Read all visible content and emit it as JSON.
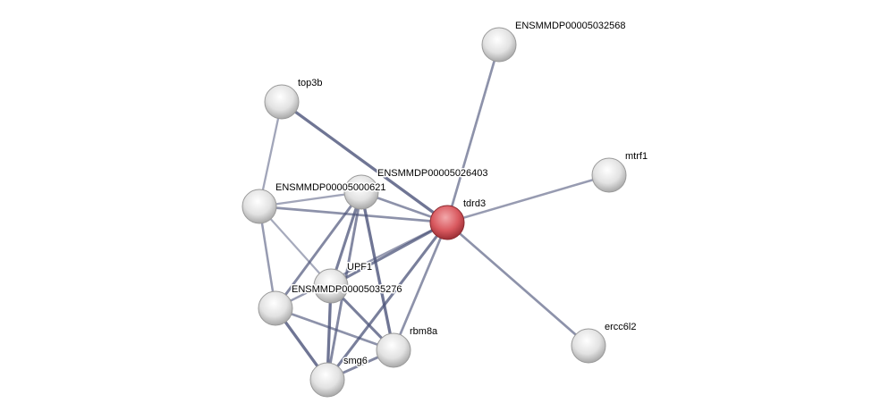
{
  "network": {
    "query_node": "tdrd3",
    "colors": {
      "query": "#d9595f",
      "node": "#e6e6e6",
      "edge": "#4a5278"
    },
    "nodes": [
      {
        "id": "ENSMMDP00005032568",
        "label": "ENSMMDP00005032568"
      },
      {
        "id": "top3b",
        "label": "top3b"
      },
      {
        "id": "mtrf1",
        "label": "mtrf1"
      },
      {
        "id": "ENSMMDP00005000621",
        "label": "ENSMMDP00005000621"
      },
      {
        "id": "ENSMMDP00005026403",
        "label": "ENSMMDP00005026403"
      },
      {
        "id": "tdrd3",
        "label": "tdrd3"
      },
      {
        "id": "UPF1",
        "label": "UPF1"
      },
      {
        "id": "ENSMMDP00005035276",
        "label": "ENSMMDP00005035276"
      },
      {
        "id": "rbm8a",
        "label": "rbm8a"
      },
      {
        "id": "smg6",
        "label": "smg6"
      },
      {
        "id": "ercc6l2",
        "label": "ercc6l2"
      }
    ],
    "edges": [
      {
        "a": "tdrd3",
        "b": "ENSMMDP00005032568",
        "w": 0.6
      },
      {
        "a": "tdrd3",
        "b": "mtrf1",
        "w": 0.5
      },
      {
        "a": "tdrd3",
        "b": "ercc6l2",
        "w": 0.6
      },
      {
        "a": "tdrd3",
        "b": "top3b",
        "w": 0.9
      },
      {
        "a": "top3b",
        "b": "ENSMMDP00005000621",
        "w": 0.4
      },
      {
        "a": "ENSMMDP00005000621",
        "b": "ENSMMDP00005026403",
        "w": 0.4
      },
      {
        "a": "ENSMMDP00005000621",
        "b": "tdrd3",
        "w": 0.6
      },
      {
        "a": "ENSMMDP00005000621",
        "b": "UPF1",
        "w": 0.35
      },
      {
        "a": "ENSMMDP00005000621",
        "b": "ENSMMDP00005035276",
        "w": 0.5
      },
      {
        "a": "ENSMMDP00005026403",
        "b": "tdrd3",
        "w": 0.6
      },
      {
        "a": "ENSMMDP00005026403",
        "b": "UPF1",
        "w": 0.8
      },
      {
        "a": "ENSMMDP00005026403",
        "b": "ENSMMDP00005035276",
        "w": 0.7
      },
      {
        "a": "ENSMMDP00005026403",
        "b": "smg6",
        "w": 0.7
      },
      {
        "a": "ENSMMDP00005026403",
        "b": "rbm8a",
        "w": 0.9
      },
      {
        "a": "tdrd3",
        "b": "UPF1",
        "w": 0.8
      },
      {
        "a": "tdrd3",
        "b": "rbm8a",
        "w": 0.6
      },
      {
        "a": "tdrd3",
        "b": "smg6",
        "w": 0.8
      },
      {
        "a": "tdrd3",
        "b": "ENSMMDP00005035276",
        "w": 0.5
      },
      {
        "a": "UPF1",
        "b": "smg6",
        "w": 0.9
      },
      {
        "a": "UPF1",
        "b": "rbm8a",
        "w": 0.8
      },
      {
        "a": "ENSMMDP00005035276",
        "b": "rbm8a",
        "w": 0.6
      },
      {
        "a": "ENSMMDP00005035276",
        "b": "smg6",
        "w": 0.9
      },
      {
        "a": "smg6",
        "b": "rbm8a",
        "w": 0.7
      }
    ]
  }
}
